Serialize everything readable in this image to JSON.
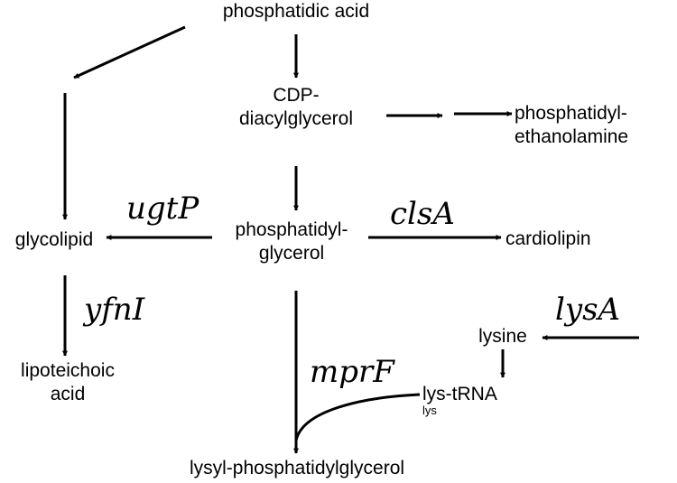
{
  "nodes": {
    "phosphatidic_acid": "phosphatidic acid",
    "cdp_line1": "CDP-",
    "cdp_line2": "diacylglycerol",
    "pe_line1": "phosphatidyl-",
    "pe_line2": "ethanolamine",
    "pg_line1": "phosphatidyl-",
    "pg_line2": "glycerol",
    "glycolipid": "glycolipid",
    "cardiolipin": "cardiolipin",
    "lta_line1": "lipoteichoic",
    "lta_line2": "acid",
    "lysine": "lysine",
    "lys_trna": "lys-tRNA",
    "lys_trna_sup": "lys",
    "lysyl_pg": "lysyl-phosphatidylglycerol"
  },
  "genes": {
    "ugtP": "ugtP",
    "clsA": "clsA",
    "yfnI": "yfnI",
    "lysA": "lysA",
    "mprF": "mprF"
  }
}
